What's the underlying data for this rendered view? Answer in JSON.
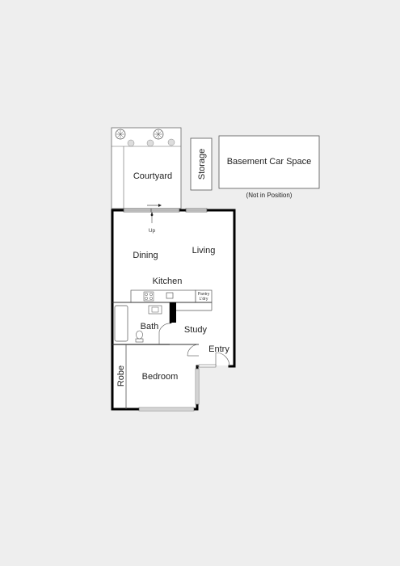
{
  "rooms": {
    "courtyard": "Courtyard",
    "storage": "Storage",
    "basement_car_space": "Basement Car Space",
    "not_in_position": "(Not in Position)",
    "up": "Up",
    "dining": "Dining",
    "living": "Living",
    "kitchen": "Kitchen",
    "pantry": "Pantry",
    "laundry": "L'dry",
    "bath": "Bath",
    "study": "Study",
    "entry": "Entry",
    "robe": "Robe",
    "bedroom": "Bedroom"
  },
  "colors": {
    "background": "#eeeeee",
    "wall": "#000000",
    "line": "#555555",
    "fill": "#ffffff"
  }
}
